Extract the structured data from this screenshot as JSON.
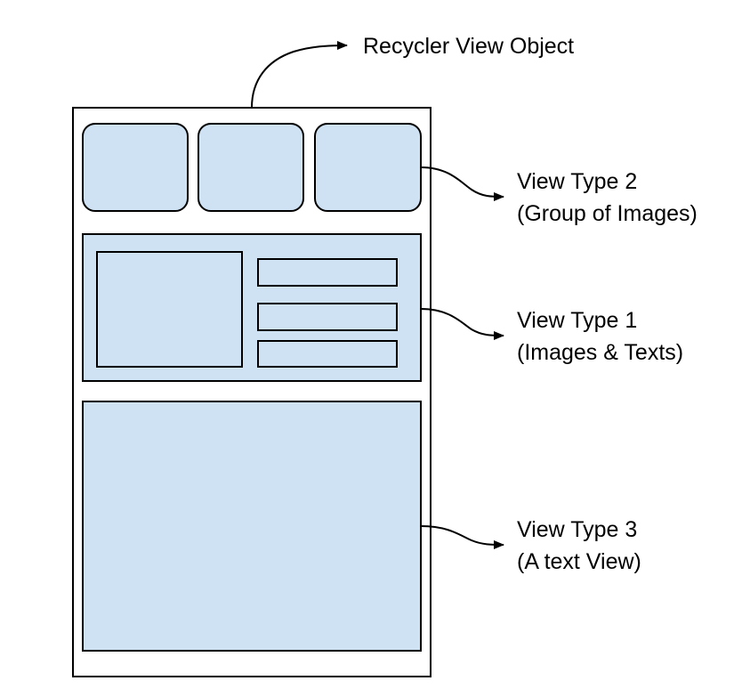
{
  "title_label": "Recycler View Object",
  "view_types": [
    {
      "name": "View Type 2",
      "description": "(Group of Images)"
    },
    {
      "name": "View Type 1",
      "description": "(Images & Texts)"
    },
    {
      "name": "View Type 3",
      "description": "(A text View)"
    }
  ],
  "colors": {
    "background": "#ffffff",
    "item_fill": "#cfe2f3",
    "stroke": "#000000",
    "inner_fill": "#cfe2f3"
  }
}
